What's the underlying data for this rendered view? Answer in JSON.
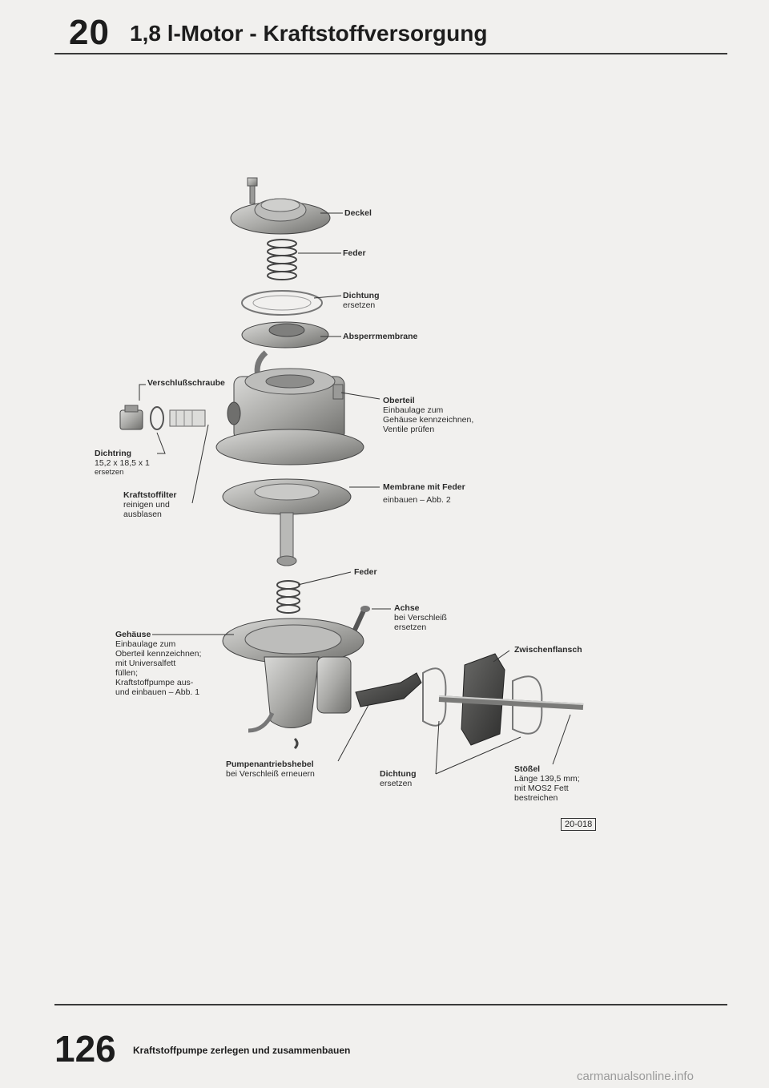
{
  "header": {
    "chapter_number": "20",
    "chapter_title": "1,8 l-Motor - Kraftstoffversorgung"
  },
  "labels": {
    "deckel": "Deckel",
    "feder_top": "Feder",
    "dichtung_top": "Dichtung",
    "dichtung_top_note": "ersetzen",
    "absperrmembrane": "Absperrmembrane",
    "verschlussschraube": "Verschlußschraube",
    "oberteil": "Oberteil",
    "oberteil_note_1": "Einbaulage zum",
    "oberteil_note_2": "Gehäuse kennzeichnen,",
    "oberteil_note_3": "Ventile prüfen",
    "dichtring": "Dichtring",
    "dichtring_note_1": "15,2 x 18,5 x 1",
    "dichtring_note_2": "ersetzen",
    "kraftstofffilter": "Kraftstoffilter",
    "kraftstofffilter_note_1": "reinigen und",
    "kraftstofffilter_note_2": "ausblasen",
    "membrane_mit_feder": "Membrane mit Feder",
    "membrane_note": "einbauen – Abb. 2",
    "feder_mid": "Feder",
    "achse": "Achse",
    "achse_note_1": "bei Verschleiß",
    "achse_note_2": "ersetzen",
    "gehaeuse": "Gehäuse",
    "gehaeuse_note_1": "Einbaulage zum",
    "gehaeuse_note_2": "Oberteil kennzeichnen;",
    "gehaeuse_note_3": "mit Universalfett",
    "gehaeuse_note_4": "füllen;",
    "gehaeuse_note_5": "Kraftstoffpumpe aus-",
    "gehaeuse_note_6": "und einbauen – Abb. 1",
    "zwischenflansch": "Zwischenflansch",
    "pumpenantriebshebel": "Pumpenantriebshebel",
    "pumpenantriebshebel_note": "bei Verschleiß erneuern",
    "dichtung_bottom": "Dichtung",
    "dichtung_bottom_note": "ersetzen",
    "stoessel": "Stößel",
    "stoessel_note_1": "Länge 139,5 mm;",
    "stoessel_note_2": "mit MOS2 Fett",
    "stoessel_note_3": "bestreichen"
  },
  "figure_code": "20-018",
  "footer": {
    "page_number": "126",
    "title": "Kraftstoffpumpe zerlegen und zusammenbauen"
  },
  "watermark": "carmanualsonline.info"
}
